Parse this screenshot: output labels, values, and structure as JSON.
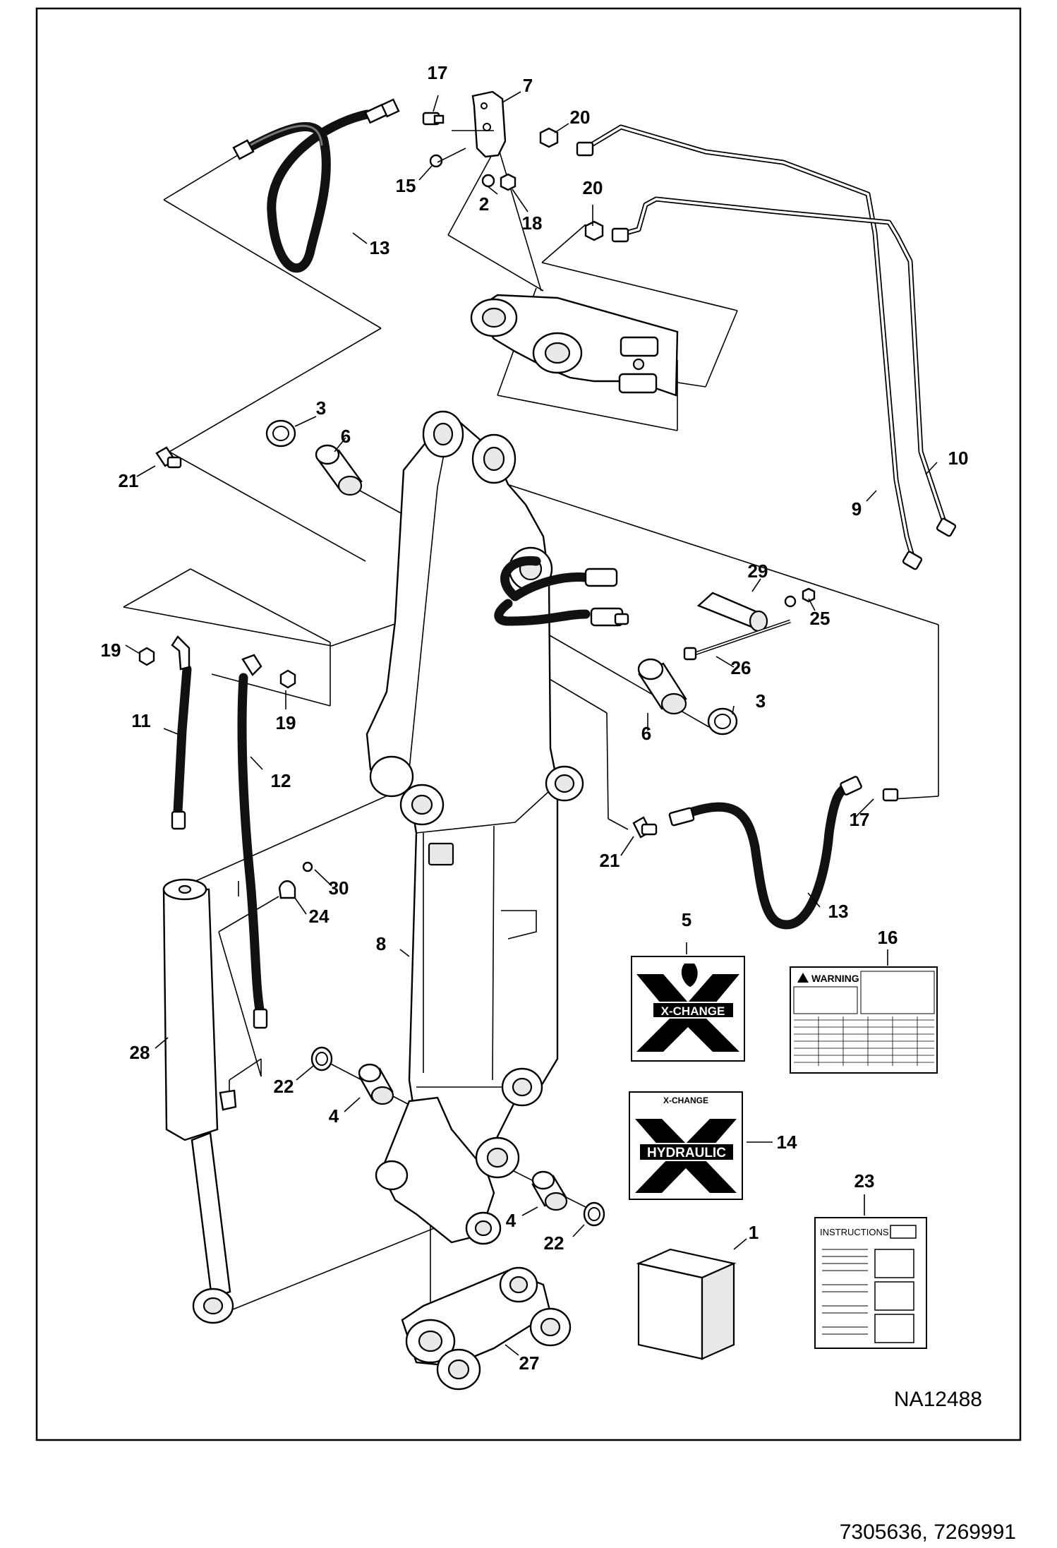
{
  "diagram": {
    "drawing_code": "NA12488",
    "part_numbers": "7305636, 7269991",
    "callouts": [
      {
        "label": "17"
      },
      {
        "label": "7"
      },
      {
        "label": "20"
      },
      {
        "label": "15"
      },
      {
        "label": "2"
      },
      {
        "label": "18"
      },
      {
        "label": "20"
      },
      {
        "label": "13"
      },
      {
        "label": "3"
      },
      {
        "label": "6"
      },
      {
        "label": "21"
      },
      {
        "label": "10"
      },
      {
        "label": "9"
      },
      {
        "label": "29"
      },
      {
        "label": "25"
      },
      {
        "label": "19"
      },
      {
        "label": "26"
      },
      {
        "label": "11"
      },
      {
        "label": "19"
      },
      {
        "label": "3"
      },
      {
        "label": "6"
      },
      {
        "label": "12"
      },
      {
        "label": "17"
      },
      {
        "label": "21"
      },
      {
        "label": "30"
      },
      {
        "label": "24"
      },
      {
        "label": "13"
      },
      {
        "label": "5"
      },
      {
        "label": "16"
      },
      {
        "label": "8"
      },
      {
        "label": "28"
      },
      {
        "label": "22"
      },
      {
        "label": "4"
      },
      {
        "label": "14"
      },
      {
        "label": "23"
      },
      {
        "label": "4"
      },
      {
        "label": "22"
      },
      {
        "label": "1"
      },
      {
        "label": "27"
      }
    ],
    "decals": {
      "xchange_text": "X-CHANGE",
      "xchange_hydraulic_top": "X-CHANGE",
      "xchange_hydraulic_text": "HYDRAULIC",
      "warning_text": "WARNING",
      "instructions_text": "INSTRUCTIONS"
    }
  }
}
